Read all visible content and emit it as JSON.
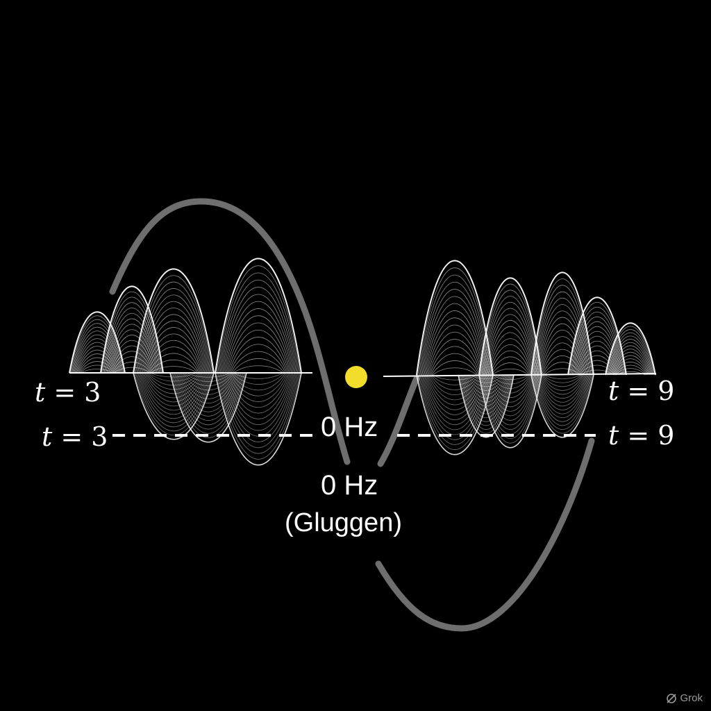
{
  "labels": {
    "t_left_upper": {
      "var": "t",
      "rest": " = 3"
    },
    "t_left_lower": {
      "var": "t",
      "rest": " = 3"
    },
    "t_right_upper": {
      "var": "t",
      "rest": " = 9"
    },
    "t_right_lower": {
      "var": "t",
      "rest": " = 9"
    },
    "hz_upper": "0 Hz",
    "hz_lower": "0 Hz",
    "caption": "(Gluggen)"
  },
  "watermark": "Grok",
  "colors": {
    "background": "#000000",
    "wave_lines": "#ffffff",
    "big_curve": "#6e6e6e",
    "dot": "#f2dd2a",
    "dashed_line": "#ffffff"
  }
}
